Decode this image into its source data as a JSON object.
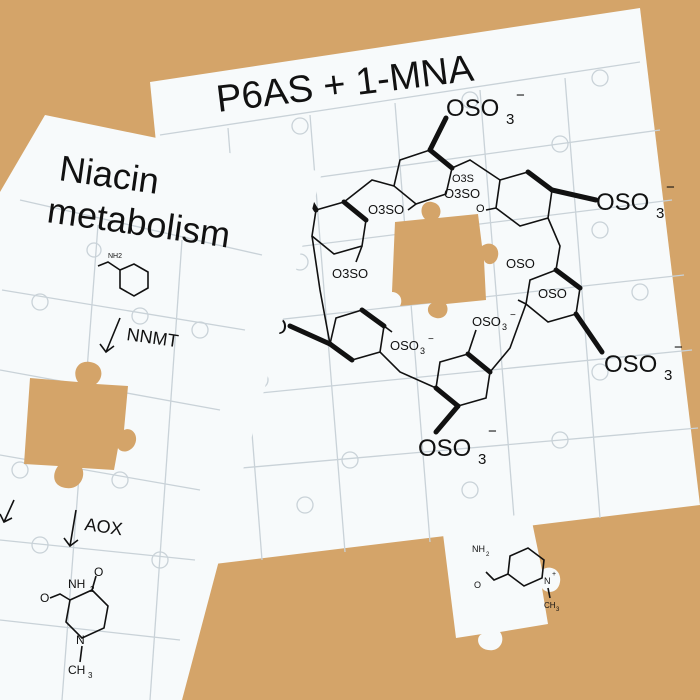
{
  "background_color": "#d4a469",
  "puzzle_color": "#f7fafb",
  "back_puzzle": {
    "title": "P6AS + 1-MNA",
    "groups": [
      "OSO",
      "OSO",
      "OSO",
      "OSO",
      "OSO",
      "OSO",
      "O",
      "O3SO",
      "O3SO",
      "O3SO",
      "OSO",
      "OSO",
      "O3S",
      "O"
    ],
    "subscript": "3",
    "charge": "−"
  },
  "front_puzzle": {
    "title_line1": "Niacin",
    "title_line2": "metabolism",
    "enzyme1": "NNMT",
    "enzyme2": "AOX",
    "amide": "NH",
    "amide_sub": "2",
    "ring_n": "N",
    "methyl": "CH",
    "methyl_sub": "3",
    "small_amide": "NH2"
  },
  "loose_piece": {
    "amide": "NH",
    "amide_sub": "2",
    "ring_n": "N",
    "charge": "+",
    "methyl": "CH",
    "methyl_sub": "3"
  }
}
